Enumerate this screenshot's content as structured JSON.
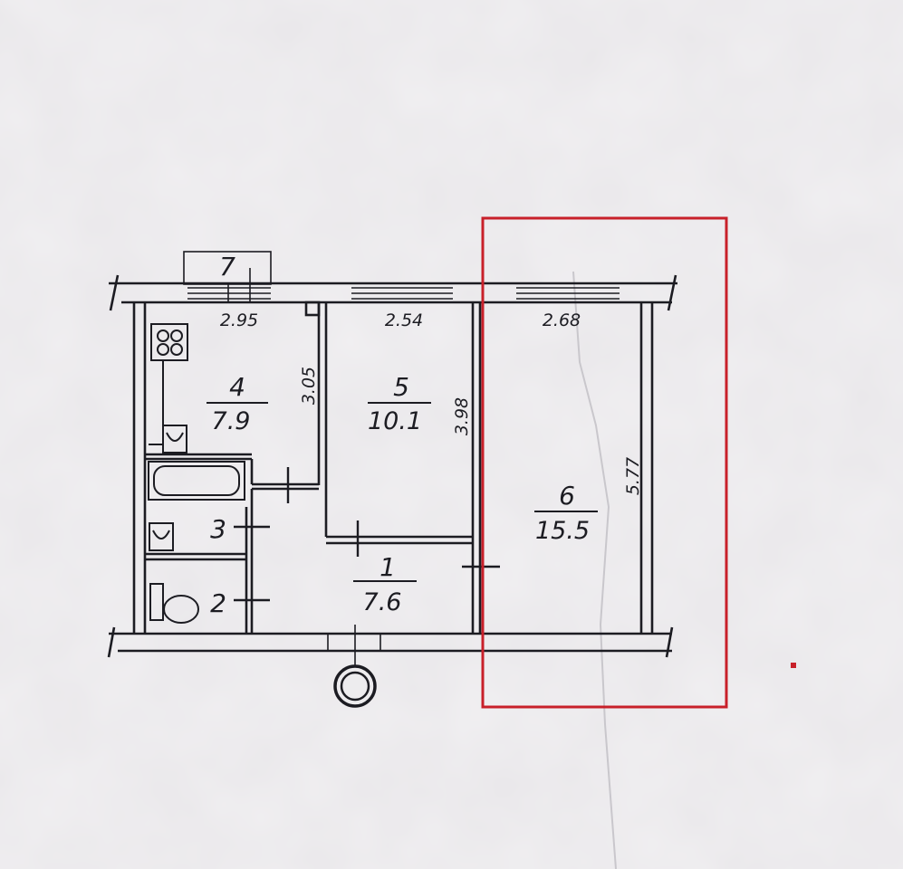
{
  "rooms": [
    {
      "number": "1",
      "area": "7.6"
    },
    {
      "number": "2",
      "area": ""
    },
    {
      "number": "3",
      "area": ""
    },
    {
      "number": "4",
      "area": "7.9"
    },
    {
      "number": "5",
      "area": "10.1"
    },
    {
      "number": "6",
      "area": "15.5"
    },
    {
      "number": "7",
      "area": ""
    }
  ],
  "dimensions": {
    "room4_width": "2.95",
    "room5_width": "2.54",
    "room6_width": "2.68",
    "room4_depth": "3.05",
    "room5_depth": "3.98",
    "room6_depth": "5.77"
  },
  "highlight": {
    "color": "#c8202a",
    "target": "6"
  },
  "colors": {
    "paper": "#e9e7ea",
    "ink": "#1c1c22"
  }
}
